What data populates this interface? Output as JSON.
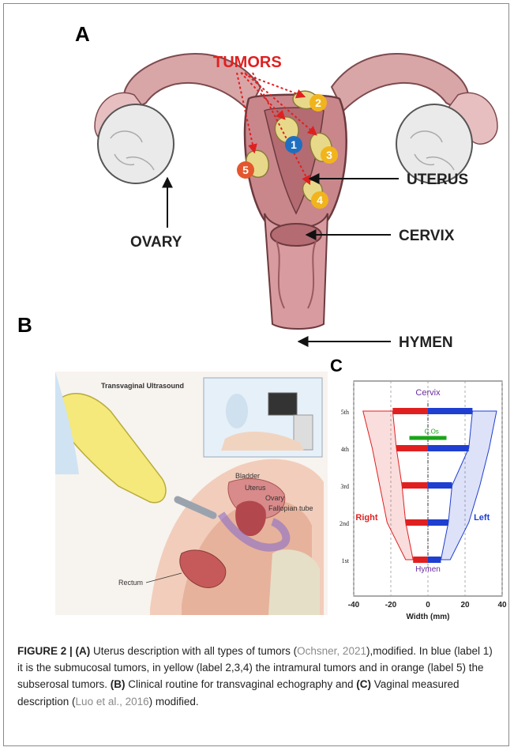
{
  "panel_a": {
    "letter": "A",
    "labels": {
      "tumors": "TUMORS",
      "uterus": "UTERUS",
      "ovary": "OVARY",
      "cervix": "CERVIX",
      "hymen": "HYMEN"
    },
    "markers": [
      {
        "num": "1",
        "color": "#1f6fc0"
      },
      {
        "num": "2",
        "color": "#f2b41c"
      },
      {
        "num": "3",
        "color": "#f2b41c"
      },
      {
        "num": "4",
        "color": "#f2b41c"
      },
      {
        "num": "5",
        "color": "#e4572e"
      }
    ]
  },
  "panel_b": {
    "letter": "B",
    "title": "Transvaginal Ultrasound",
    "labels": {
      "bladder": "Bladder",
      "uterus": "Uterus",
      "ovary": "Ovary",
      "fallopian": "Fallopian tube",
      "rectum": "Rectum"
    }
  },
  "panel_c": {
    "letter": "C"
  },
  "chart_data": {
    "type": "bar",
    "title": "",
    "xlabel": "Width (mm)",
    "ylabel": "",
    "xlim": [
      -40,
      40
    ],
    "xticks": [
      -40,
      -20,
      0,
      20,
      40
    ],
    "levels": [
      "1st",
      "2nd",
      "3rd",
      "4th",
      "5th"
    ],
    "series": [
      {
        "name": "Right",
        "color": "#e02020",
        "values": [
          -8,
          -12,
          -14,
          -17,
          -19
        ]
      },
      {
        "name": "Left",
        "color": "#1f3fd0",
        "values": [
          7,
          11,
          13,
          22,
          24
        ]
      }
    ],
    "outer_envelope": {
      "right": [
        -12,
        -22,
        -26,
        -30,
        -35
      ],
      "left": [
        12,
        22,
        28,
        33,
        37
      ]
    },
    "annotations": {
      "top": "Cervix",
      "bottom": "Hymen",
      "left": "Right",
      "right": "Left",
      "mid": "C.Os"
    },
    "grid": true
  },
  "caption": {
    "label": "FIGURE 2 | ",
    "a_tag": "(A)",
    "t1": " Uterus description with all types of tumors (",
    "cite1": "Ochsner, 2021",
    "t2": "),modified. In blue (label 1) it is the submucosal tumors, in yellow (label 2,3,4) the intramural tumors and in orange (label 5) the subserosal tumors. ",
    "b_tag": "(B)",
    "t3": " Clinical routine for transvaginal echography and ",
    "c_tag": "(C)",
    "t4": " Vaginal measured description (",
    "cite2": "Luo et al., 2016",
    "t5": ") modified."
  }
}
